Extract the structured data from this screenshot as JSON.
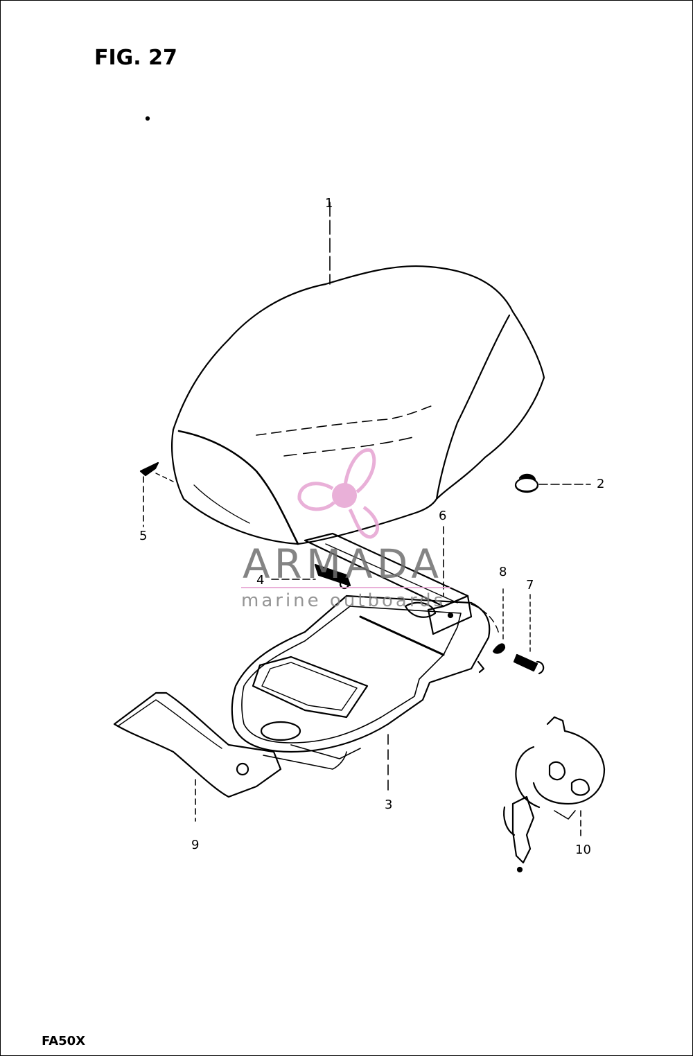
{
  "figure": {
    "title": "FIG. 27",
    "model_code": "FA50X"
  },
  "callouts": {
    "c1": "1",
    "c2": "2",
    "c3": "3",
    "c4": "4",
    "c5": "5",
    "c6": "6",
    "c7": "7",
    "c8": "8",
    "c9": "9",
    "c10": "10"
  },
  "watermark": {
    "brand": "ARMADA",
    "tagline": "marine outboards",
    "accent_color": "#e6a3d2",
    "text_color": "#6e6e6e"
  }
}
